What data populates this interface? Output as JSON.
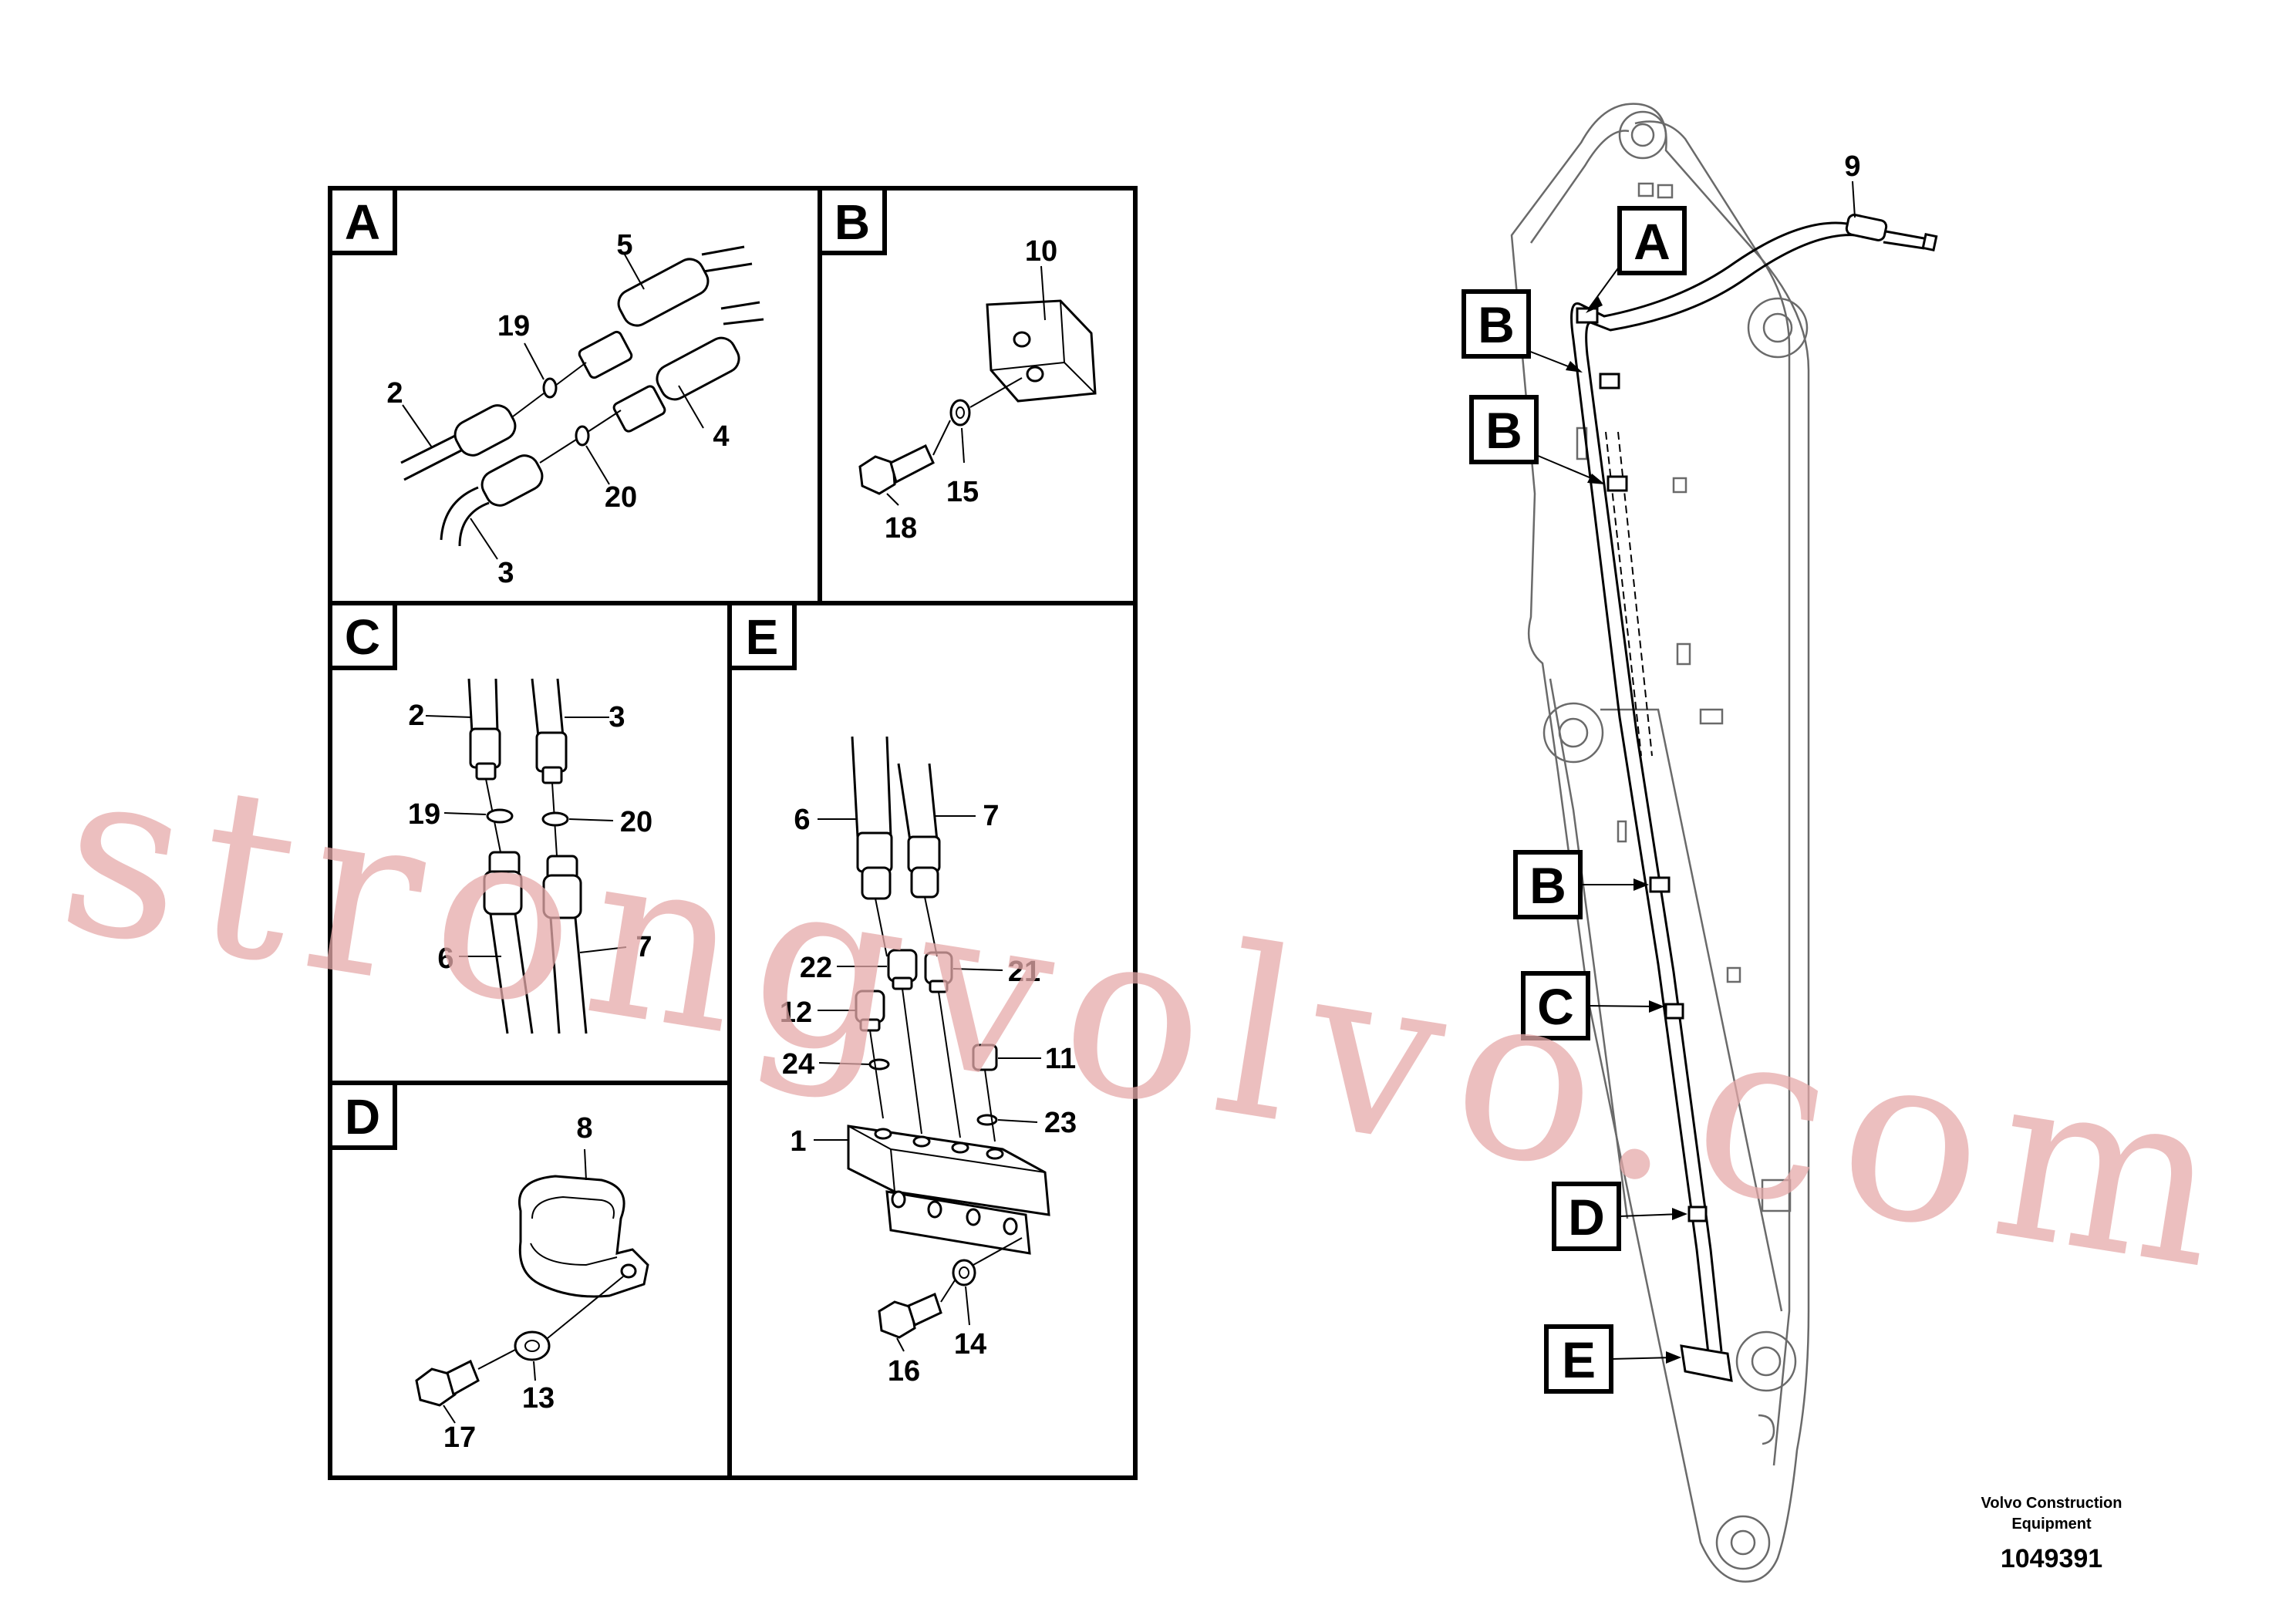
{
  "panels": [
    {
      "id": "A",
      "letter": "A"
    },
    {
      "id": "B",
      "letter": "B"
    },
    {
      "id": "C",
      "letter": "C"
    },
    {
      "id": "D",
      "letter": "D"
    },
    {
      "id": "E",
      "letter": "E"
    }
  ],
  "part_numbers": {
    "a": [
      "5",
      "19",
      "2",
      "4",
      "20",
      "3"
    ],
    "b": [
      "10",
      "15",
      "18"
    ],
    "c": [
      "2",
      "3",
      "19",
      "20",
      "6",
      "7"
    ],
    "d": [
      "8",
      "13",
      "17"
    ],
    "e": [
      "6",
      "7",
      "22",
      "21",
      "12",
      "24",
      "11",
      "1",
      "23",
      "16",
      "14"
    ],
    "boom": [
      "9"
    ]
  },
  "boom_callouts": [
    "A",
    "B",
    "B",
    "B",
    "C",
    "D",
    "E"
  ],
  "watermark": "strongvolvo.com",
  "footer": {
    "company_line1": "Volvo Construction",
    "company_line2": "Equipment",
    "drawing_id": "1049391"
  }
}
